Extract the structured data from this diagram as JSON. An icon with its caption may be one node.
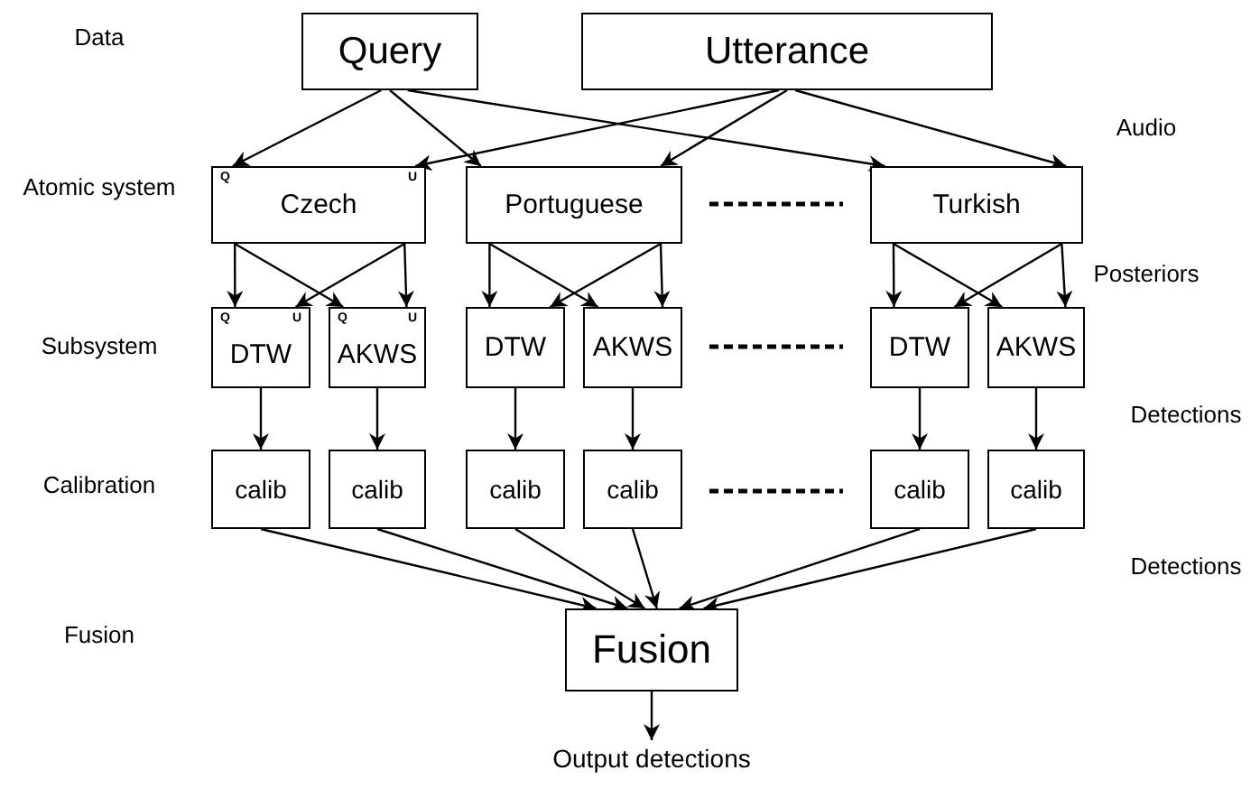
{
  "diagram": {
    "nodes": [
      {
        "text": [
          "Query"
        ]
      },
      {
        "text": [
          "Utterance"
        ]
      },
      {
        "text": [
          "Q",
          "U",
          "Czech"
        ]
      },
      {
        "text": [
          "Portuguese"
        ]
      },
      {
        "text": [
          "Turkish"
        ]
      },
      {
        "text": [
          "Q",
          "U",
          "DTW"
        ]
      },
      {
        "text": [
          "Q",
          "U",
          "AKWS"
        ]
      },
      {
        "text": [
          "DTW"
        ]
      },
      {
        "text": [
          "AKWS"
        ]
      },
      {
        "text": [
          "DTW"
        ]
      },
      {
        "text": [
          "AKWS"
        ]
      },
      {
        "text": [
          "calib"
        ]
      },
      {
        "text": [
          "calib"
        ]
      },
      {
        "text": [
          "calib"
        ]
      },
      {
        "text": [
          "calib"
        ]
      },
      {
        "text": [
          "calib"
        ]
      },
      {
        "text": [
          "calib"
        ]
      },
      {
        "text": [
          "Fusion"
        ]
      },
      {
        "text": [
          "Output detections"
        ]
      }
    ],
    "edges": [
      {
        "from": 0,
        "to": 2,
        "arrow": "to"
      },
      {
        "from": 0,
        "to": 3,
        "arrow": "to"
      },
      {
        "from": 0,
        "to": 4,
        "arrow": "to"
      },
      {
        "from": 1,
        "to": 2,
        "arrow": "to"
      },
      {
        "from": 1,
        "to": 3,
        "arrow": "to"
      },
      {
        "from": 1,
        "to": 4,
        "arrow": "to"
      },
      {
        "from": 2,
        "to": 5,
        "arrow": "to"
      },
      {
        "from": 2,
        "to": 6,
        "arrow": "to"
      },
      {
        "from": 2,
        "to": 5,
        "arrow": "to"
      },
      {
        "from": 2,
        "to": 6,
        "arrow": "to"
      },
      {
        "from": 3,
        "to": 7,
        "arrow": "to"
      },
      {
        "from": 3,
        "to": 8,
        "arrow": "to"
      },
      {
        "from": 3,
        "to": 7,
        "arrow": "to"
      },
      {
        "from": 3,
        "to": 8,
        "arrow": "to"
      },
      {
        "from": 4,
        "to": 9,
        "arrow": "to"
      },
      {
        "from": 4,
        "to": 10,
        "arrow": "to"
      },
      {
        "from": 4,
        "to": 9,
        "arrow": "to"
      },
      {
        "from": 4,
        "to": 10,
        "arrow": "to"
      },
      {
        "from": 5,
        "to": 11,
        "arrow": "to"
      },
      {
        "from": 6,
        "to": 12,
        "arrow": "to"
      },
      {
        "from": 7,
        "to": 13,
        "arrow": "to"
      },
      {
        "from": 8,
        "to": 14,
        "arrow": "to"
      },
      {
        "from": 9,
        "to": 15,
        "arrow": "to"
      },
      {
        "from": 10,
        "to": 16,
        "arrow": "to"
      },
      {
        "from": 11,
        "to": 17,
        "arrow": "to"
      },
      {
        "from": 12,
        "to": 17,
        "arrow": "to"
      },
      {
        "from": 13,
        "to": 17,
        "arrow": "to"
      },
      {
        "from": 14,
        "to": 17,
        "arrow": "to"
      },
      {
        "from": 15,
        "to": 17,
        "arrow": "to"
      },
      {
        "from": 16,
        "to": 17,
        "arrow": "to"
      },
      {
        "from": 17,
        "to": 18,
        "arrow": "to"
      }
    ],
    "labels": [
      "Data",
      "Audio",
      "Atomic system",
      "Posteriors",
      "Subsystem",
      "Detections",
      "Calibration",
      "Detections",
      "Fusion"
    ]
  }
}
